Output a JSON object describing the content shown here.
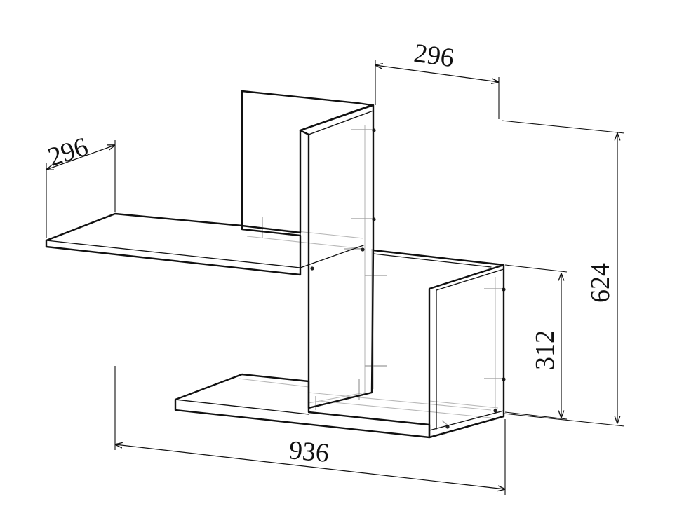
{
  "dimensions": {
    "top_depth": "296",
    "left_depth": "296",
    "total_height": "624",
    "lower_height": "312",
    "total_width": "936"
  },
  "colors": {
    "line": "#111111",
    "hidden_line": "#b8b8b8",
    "background": "#ffffff"
  }
}
